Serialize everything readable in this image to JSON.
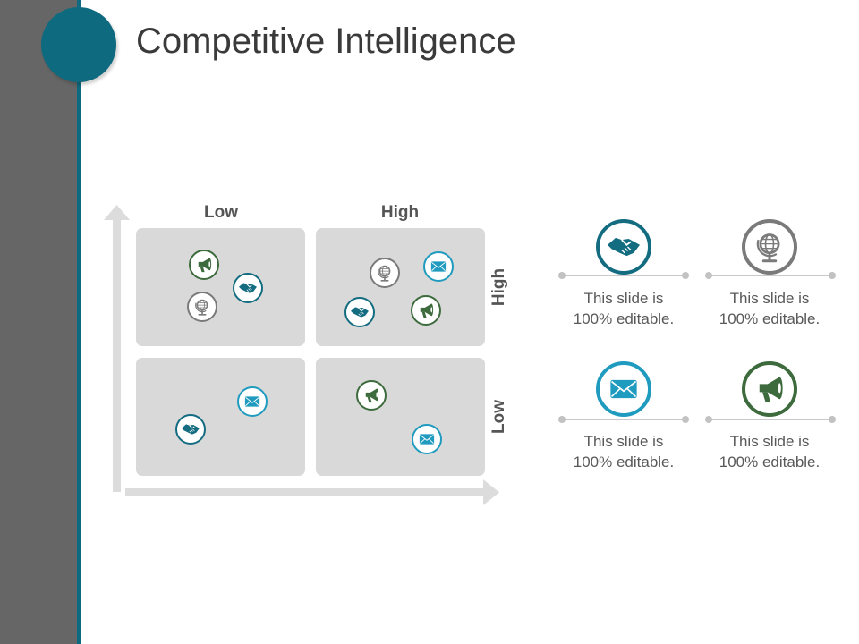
{
  "slide": {
    "title": "Competitive Intelligence"
  },
  "matrix": {
    "column_labels": [
      "Low",
      "High"
    ],
    "row_labels": [
      "High",
      "Low"
    ],
    "quadrants": [
      {
        "row": "High",
        "column": "Low",
        "markers": [
          "megaphone",
          "handshake",
          "globe"
        ]
      },
      {
        "row": "High",
        "column": "High",
        "markers": [
          "globe",
          "mail",
          "handshake",
          "megaphone"
        ]
      },
      {
        "row": "Low",
        "column": "Low",
        "markers": [
          "mail",
          "handshake"
        ]
      },
      {
        "row": "Low",
        "column": "High",
        "markers": [
          "megaphone",
          "mail"
        ]
      }
    ]
  },
  "legend": [
    {
      "icon": "handshake-icon",
      "color": "#136c80",
      "text_line1": "This slide is",
      "text_line2": "100% editable."
    },
    {
      "icon": "globe-icon",
      "color": "#7a7a7a",
      "text_line1": "This slide is",
      "text_line2": "100% editable."
    },
    {
      "icon": "mail-icon",
      "color": "#1f9bbf",
      "text_line1": "This slide is",
      "text_line2": "100% editable."
    },
    {
      "icon": "megaphone-icon",
      "color": "#3d6b3d",
      "text_line1": "This slide is",
      "text_line2": "100% editable."
    }
  ],
  "colors": {
    "handshake": "#136c80",
    "globe": "#7a7a7a",
    "mail": "#1f9bbf",
    "megaphone": "#3d6b3d",
    "accent": "#0e6a7e",
    "sidebar": "#666666",
    "quadrant_fill": "#d9d9d9"
  }
}
